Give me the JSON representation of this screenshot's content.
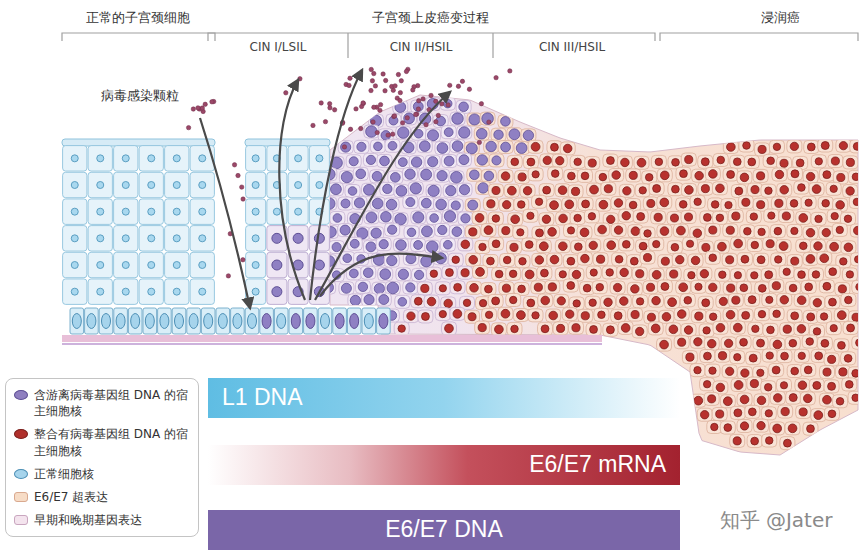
{
  "diagram": {
    "nodes": [
      {
        "text": [
          "L1 DNA"
        ]
      },
      {
        "text": [
          "E6/E7 mRNA"
        ]
      },
      {
        "text": [
          "E6/E7 DNA"
        ]
      }
    ],
    "labels": [
      "正常的子宫颈细胞",
      "子宫颈上皮癌变过程",
      "浸润癌",
      "CIN I/LSIL",
      "CIN II/HSIL",
      "CIN III/HSIL",
      "病毒感染颗粒",
      "知乎 @Jater"
    ],
    "legend": [
      {
        "text": "含游离病毒基因组 DNA 的宿主细胞核",
        "color": "#8f7fc0"
      },
      {
        "text": "整合有病毒基因组 DNA 的宿主细胞核",
        "color": "#b0302c"
      },
      {
        "text": "正常细胞核",
        "color": "#a6d4ec"
      },
      {
        "text": "E6/E7 超表达",
        "color": "#f7dcc6"
      },
      {
        "text": "早期和晚期基因表达",
        "color": "#f4e4ee"
      }
    ]
  }
}
